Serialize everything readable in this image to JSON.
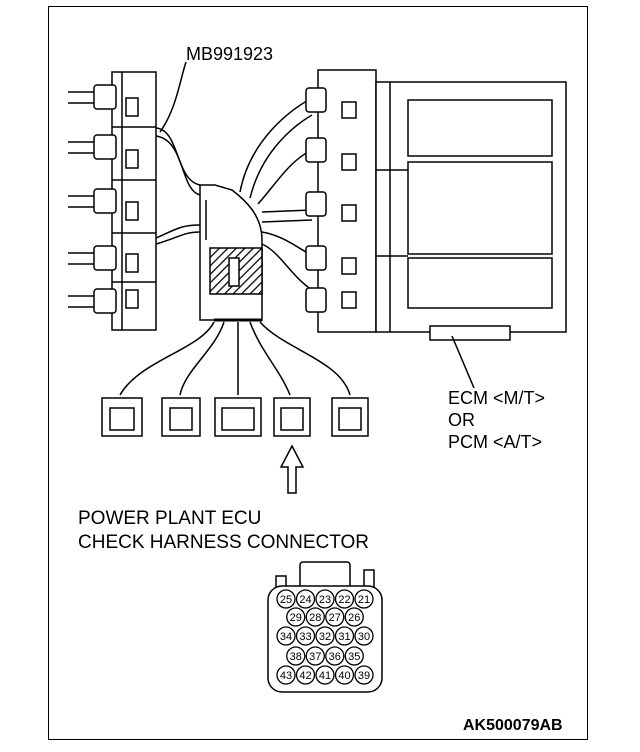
{
  "labels": {
    "tool_part": "MB991923",
    "ecm_line1": "ECM <M/T>",
    "ecm_line2": "OR",
    "ecm_line3": "PCM <A/T>",
    "connector_line1": "POWER PLANT ECU",
    "connector_line2": "CHECK HARNESS CONNECTOR",
    "figure_id": "AK500079AB"
  },
  "connector_pins": {
    "row1": [
      "25",
      "24",
      "23",
      "22",
      "21"
    ],
    "row2": [
      "29",
      "28",
      "27",
      "26"
    ],
    "row3": [
      "34",
      "33",
      "32",
      "31",
      "30"
    ],
    "row4": [
      "38",
      "37",
      "36",
      "35"
    ],
    "row5": [
      "43",
      "42",
      "41",
      "40",
      "39"
    ]
  },
  "colors": {
    "line": "#000000",
    "background": "#ffffff"
  }
}
